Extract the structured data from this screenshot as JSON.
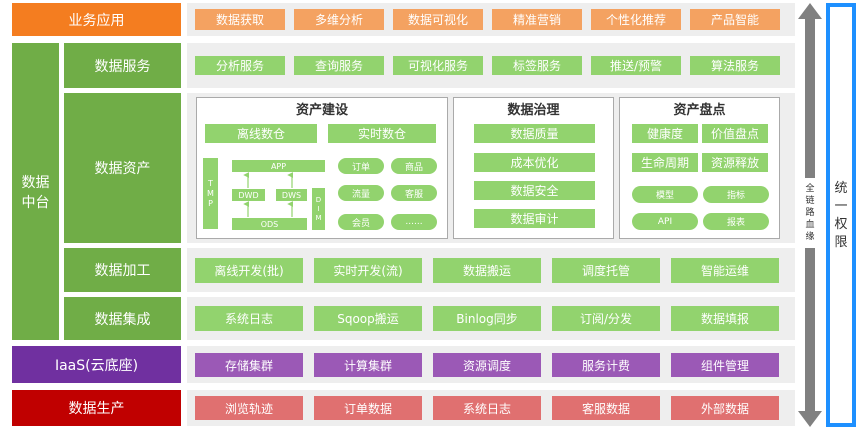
{
  "rows": {
    "business": {
      "label": "业务应用",
      "items": [
        "数据获取",
        "多维分析",
        "数据可视化",
        "精准营销",
        "个性化推荐",
        "产品智能"
      ]
    },
    "platform": {
      "label_line1": "数据",
      "label_line2": "中台"
    },
    "data_service": {
      "label": "数据服务",
      "items": [
        "分析服务",
        "查询服务",
        "可视化服务",
        "标签服务",
        "推送/预警",
        "算法服务"
      ]
    },
    "data_assets": {
      "label": "数据资产",
      "asset_build": {
        "title": "资产建设",
        "offline": "离线数仓",
        "realtime": "实时数仓",
        "tmp": [
          "T",
          "M",
          "P"
        ],
        "app": "APP",
        "dwd": "DWD",
        "dws": "DWS",
        "ods": "ODS",
        "dim": [
          "D",
          "I",
          "M"
        ],
        "pills": [
          "订单",
          "商品",
          "流量",
          "客服",
          "会员",
          "......"
        ]
      },
      "governance": {
        "title": "数据治理",
        "items": [
          "数据质量",
          "成本优化",
          "数据安全",
          "数据审计"
        ]
      },
      "inventory": {
        "title": "资产盘点",
        "items": [
          "健康度",
          "价值盘点",
          "生命周期",
          "资源释放"
        ],
        "pills": [
          "模型",
          "指标",
          "API",
          "报表"
        ]
      }
    },
    "processing": {
      "label": "数据加工",
      "items": [
        "离线开发(批)",
        "实时开发(流)",
        "数据搬运",
        "调度托管",
        "智能运维"
      ]
    },
    "integration": {
      "label": "数据集成",
      "items": [
        "系统日志",
        "Sqoop搬运",
        "Binlog同步",
        "订阅/分发",
        "数据填报"
      ]
    },
    "iaas": {
      "label": "IaaS(云底座)",
      "items": [
        "存储集群",
        "计算集群",
        "资源调度",
        "服务计费",
        "组件管理"
      ]
    },
    "production": {
      "label": "数据生产",
      "items": [
        "浏览轨迹",
        "订单数据",
        "系统日志",
        "客服数据",
        "外部数据"
      ]
    }
  },
  "side": {
    "lineage": [
      "全",
      "链",
      "路",
      "血",
      "缘"
    ],
    "permission": [
      "统",
      "一",
      "权",
      "限"
    ]
  },
  "colors": {
    "orange": "#f47d20",
    "green": "#70ad47",
    "purple": "#7030a0",
    "red": "#c00000",
    "blue": "#1e90ff",
    "gray_arrow": "#808080"
  }
}
